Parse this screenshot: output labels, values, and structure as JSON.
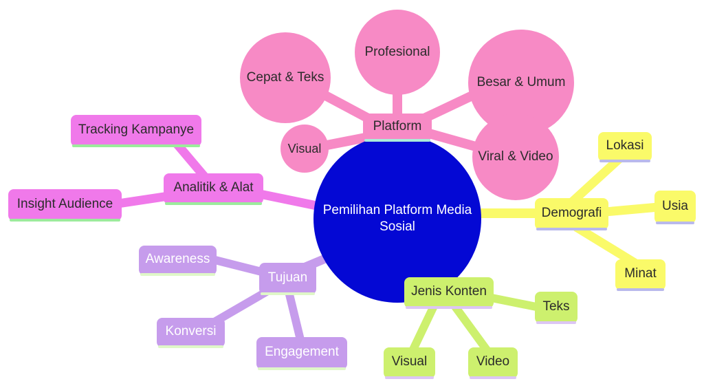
{
  "colors": {
    "blue": "#0408d4",
    "pink": "#f78ac5",
    "violet": "#f079ea",
    "yellow": "#fafa69",
    "purple": "#c69cec",
    "green": "#cdf06e",
    "u-cyan": "#abebd9",
    "u-green": "#9ceb9c",
    "u-peri": "#b9b9ec",
    "u-pale": "#dff7c8",
    "u-lav": "#dcc6f4",
    "ink": "#2b2b2b",
    "paper": "#ffffff"
  },
  "center": {
    "label": "Pemilihan Platform Media Sosial"
  },
  "branches": {
    "platform": {
      "label": "Platform",
      "children": {
        "cepat_teks": {
          "label": "Cepat & Teks"
        },
        "profesional": {
          "label": "Profesional"
        },
        "besar_umum": {
          "label": "Besar & Umum"
        },
        "viral_video": {
          "label": "Viral & Video"
        },
        "visual": {
          "label": "Visual"
        }
      }
    },
    "analitik_alat": {
      "label": "Analitik & Alat",
      "children": {
        "tracking_kampanye": {
          "label": "Tracking Kampanye"
        },
        "insight_audience": {
          "label": "Insight Audience"
        }
      }
    },
    "demografi": {
      "label": "Demografi",
      "children": {
        "lokasi": {
          "label": "Lokasi"
        },
        "usia": {
          "label": "Usia"
        },
        "minat": {
          "label": "Minat"
        }
      }
    },
    "tujuan": {
      "label": "Tujuan",
      "children": {
        "awareness": {
          "label": "Awareness"
        },
        "konversi": {
          "label": "Konversi"
        },
        "engagement": {
          "label": "Engagement"
        }
      }
    },
    "jenis_konten": {
      "label": "Jenis Konten",
      "children": {
        "teks": {
          "label": "Teks"
        },
        "visual": {
          "label": "Visual"
        },
        "video": {
          "label": "Video"
        }
      }
    }
  }
}
